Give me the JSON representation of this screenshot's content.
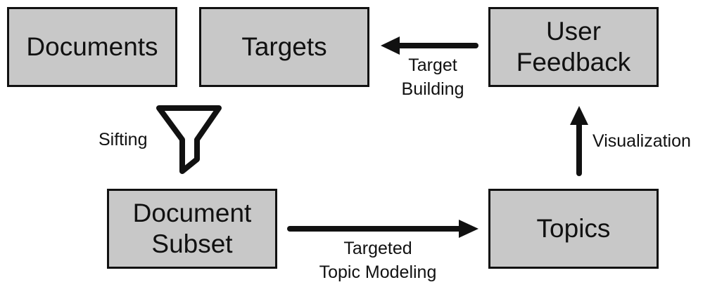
{
  "nodes": {
    "documents": "Documents",
    "targets": "Targets",
    "user_feedback": [
      "User",
      "Feedback"
    ],
    "document_subset": [
      "Document",
      "Subset"
    ],
    "topics": "Topics"
  },
  "edges": {
    "sifting": "Sifting",
    "target_building": [
      "Target",
      "Building"
    ],
    "visualization": "Visualization",
    "targeted_topic_modeling": [
      "Targeted",
      "Topic Modeling"
    ]
  },
  "icons": {
    "funnel": "funnel-icon"
  },
  "colors": {
    "box_fill": "#c8c8c8",
    "stroke": "#111111",
    "background": "#ffffff"
  }
}
